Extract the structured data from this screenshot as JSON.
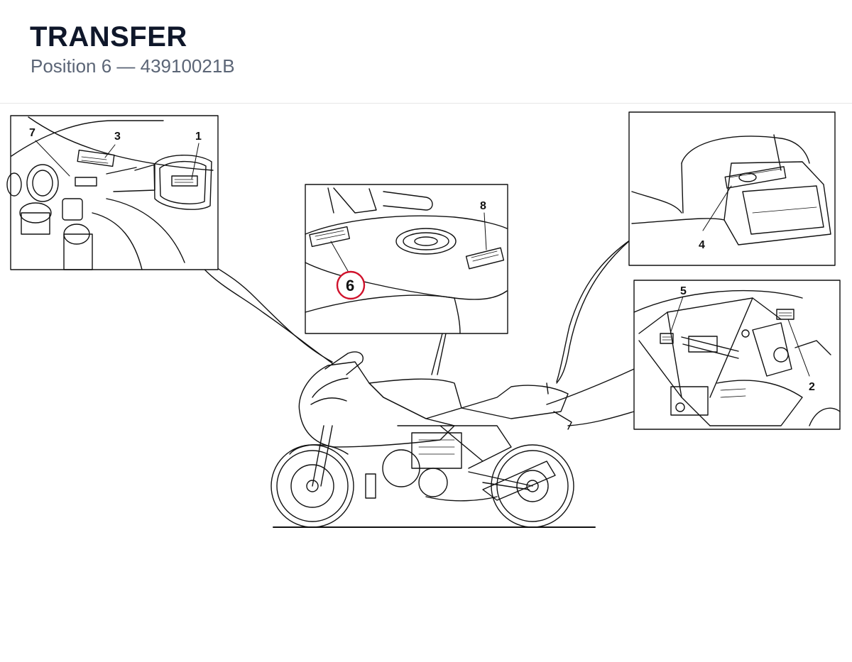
{
  "header": {
    "title": "TRANSFER",
    "subtitle": "Position 6 — 43910021B"
  },
  "diagram": {
    "callouts": {
      "c1": "1",
      "c2": "2",
      "c3": "3",
      "c4": "4",
      "c5": "5",
      "c6": "6",
      "c7": "7",
      "c8": "8"
    },
    "highlighted_position": "6",
    "highlight_color": "#d0112b"
  }
}
